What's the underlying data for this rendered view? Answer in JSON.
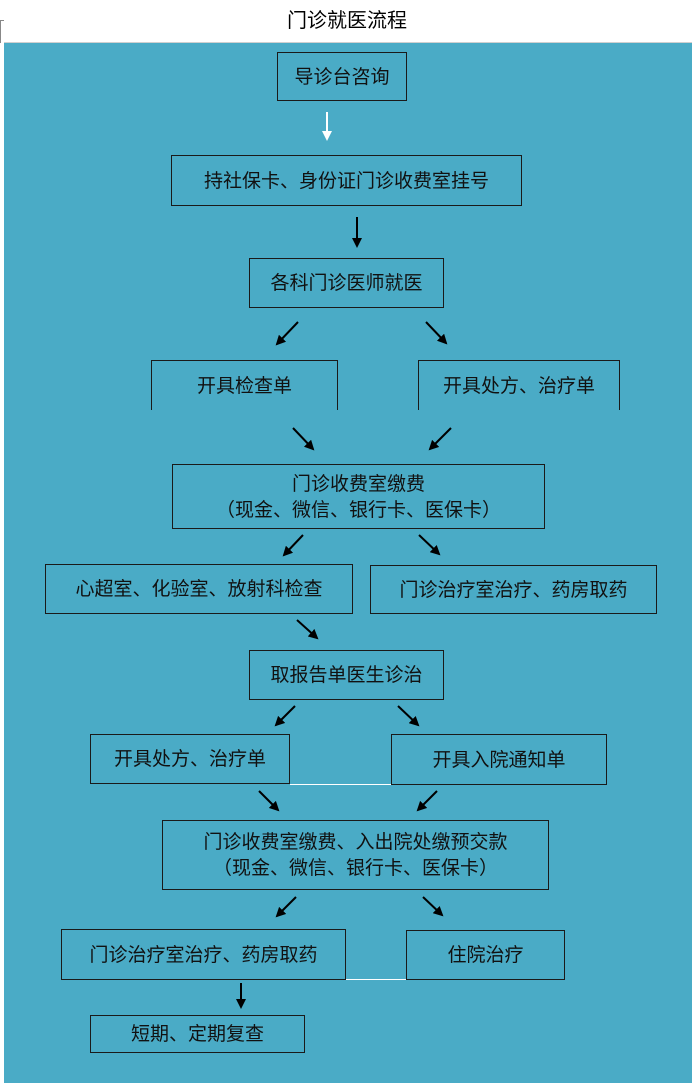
{
  "title": "门诊就医流程",
  "colors": {
    "panel": "#4aabc6",
    "box_border": "#1a1a1a",
    "text": "#111111"
  },
  "steps": {
    "consult": "导诊台咨询",
    "register": "持社保卡、身份证门诊收费室挂号",
    "doctor": "各科门诊医师就医",
    "exam_order": "开具检查单",
    "rx_order": "开具处方、治疗单",
    "pay1_line1": "门诊收费室缴费",
    "pay1_line2": "（现金、微信、银行卡、医保卡）",
    "exam_rooms": "心超室、化验室、放射科检查",
    "treat1": "门诊治疗室治疗、药房取药",
    "report": "取报告单医生诊治",
    "rx_order2": "开具处方、治疗单",
    "admission": "开具入院通知单",
    "pay2_line1": "门诊收费室缴费、入出院处缴预交款",
    "pay2_line2": "（现金、微信、银行卡、医保卡）",
    "treat2": "门诊治疗室治疗、药房取药",
    "inpatient": "住院治疗",
    "followup": "短期、定期复查"
  }
}
